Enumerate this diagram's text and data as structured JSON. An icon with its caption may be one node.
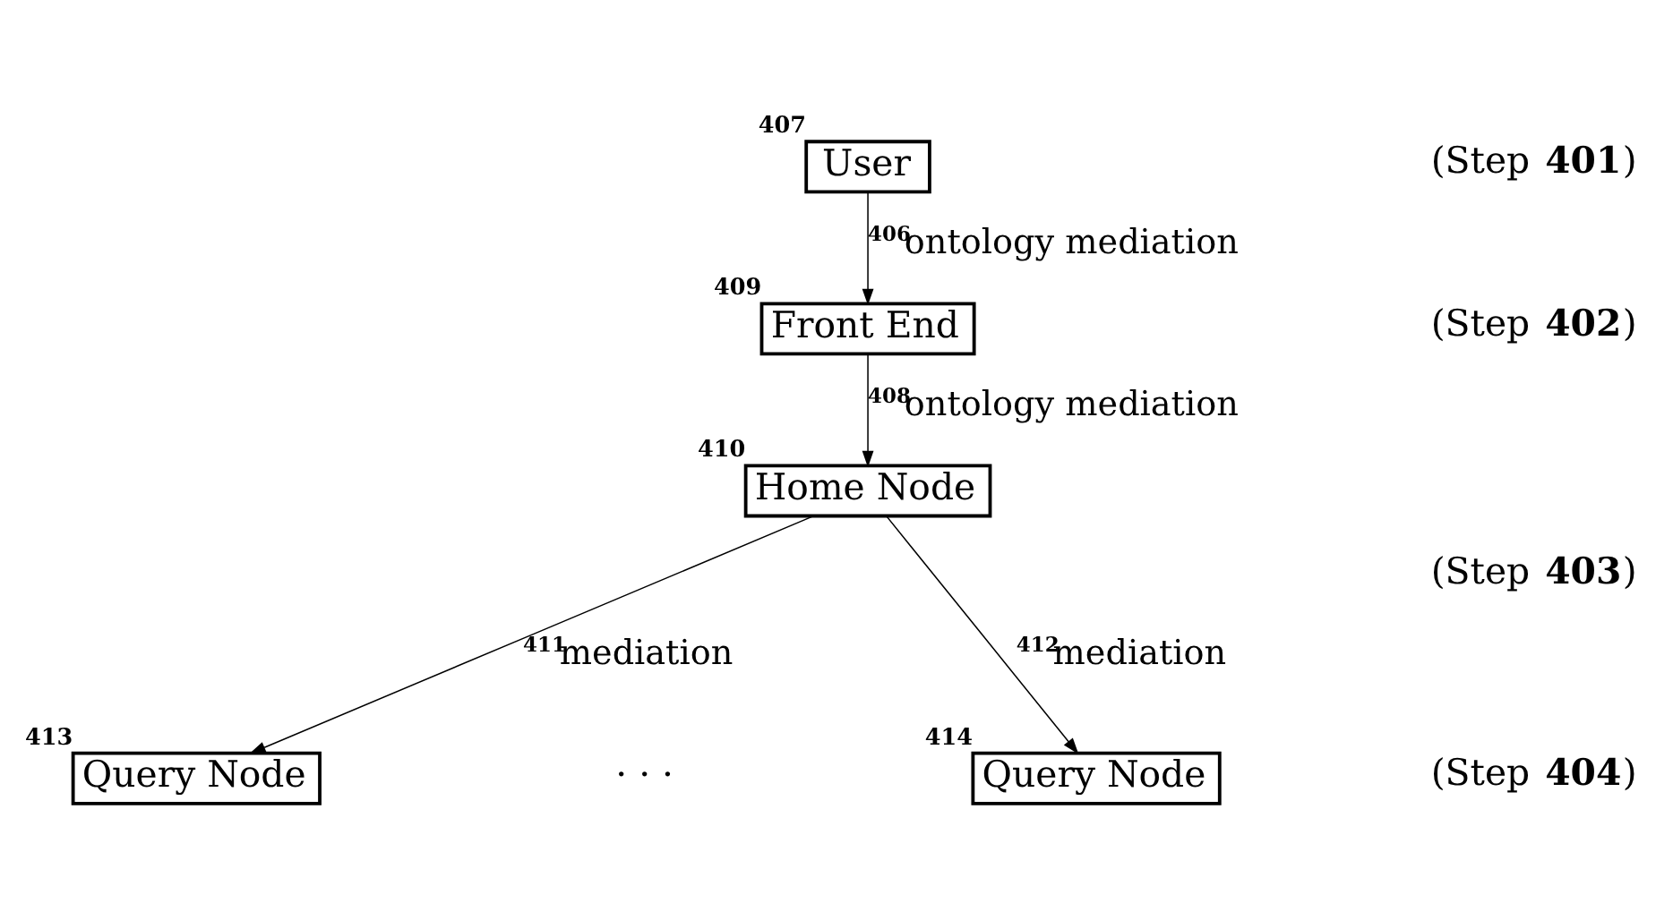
{
  "diagram": {
    "nodes": [
      {
        "text": [
          "User"
        ],
        "beside": [
          "407"
        ]
      },
      {
        "text": [
          "Front End"
        ],
        "beside": [
          "409"
        ]
      },
      {
        "text": [
          "Home Node"
        ],
        "beside": [
          "410"
        ]
      },
      {
        "text": [
          "Query Node"
        ],
        "beside": [
          "413"
        ]
      },
      {
        "text": [
          "Query Node"
        ],
        "beside": [
          "414"
        ]
      }
    ],
    "edges": [
      {
        "from": 0,
        "to": 1,
        "arrow": "to",
        "label": "$^{406}$ontology mediation"
      },
      {
        "from": 1,
        "to": 2,
        "arrow": "to",
        "label": "$^{408}$ontology mediation"
      },
      {
        "from": 2,
        "to": 3,
        "arrow": "to",
        "label": "$^{411}$mediation"
      },
      {
        "from": 2,
        "to": 4,
        "arrow": "to",
        "label": "$^{412}$mediation"
      }
    ],
    "labels": [
      "(Step **401**)",
      "(Step **402**)",
      "(Step **403**)",
      "· · ·",
      "(Step **404**)"
    ]
  }
}
